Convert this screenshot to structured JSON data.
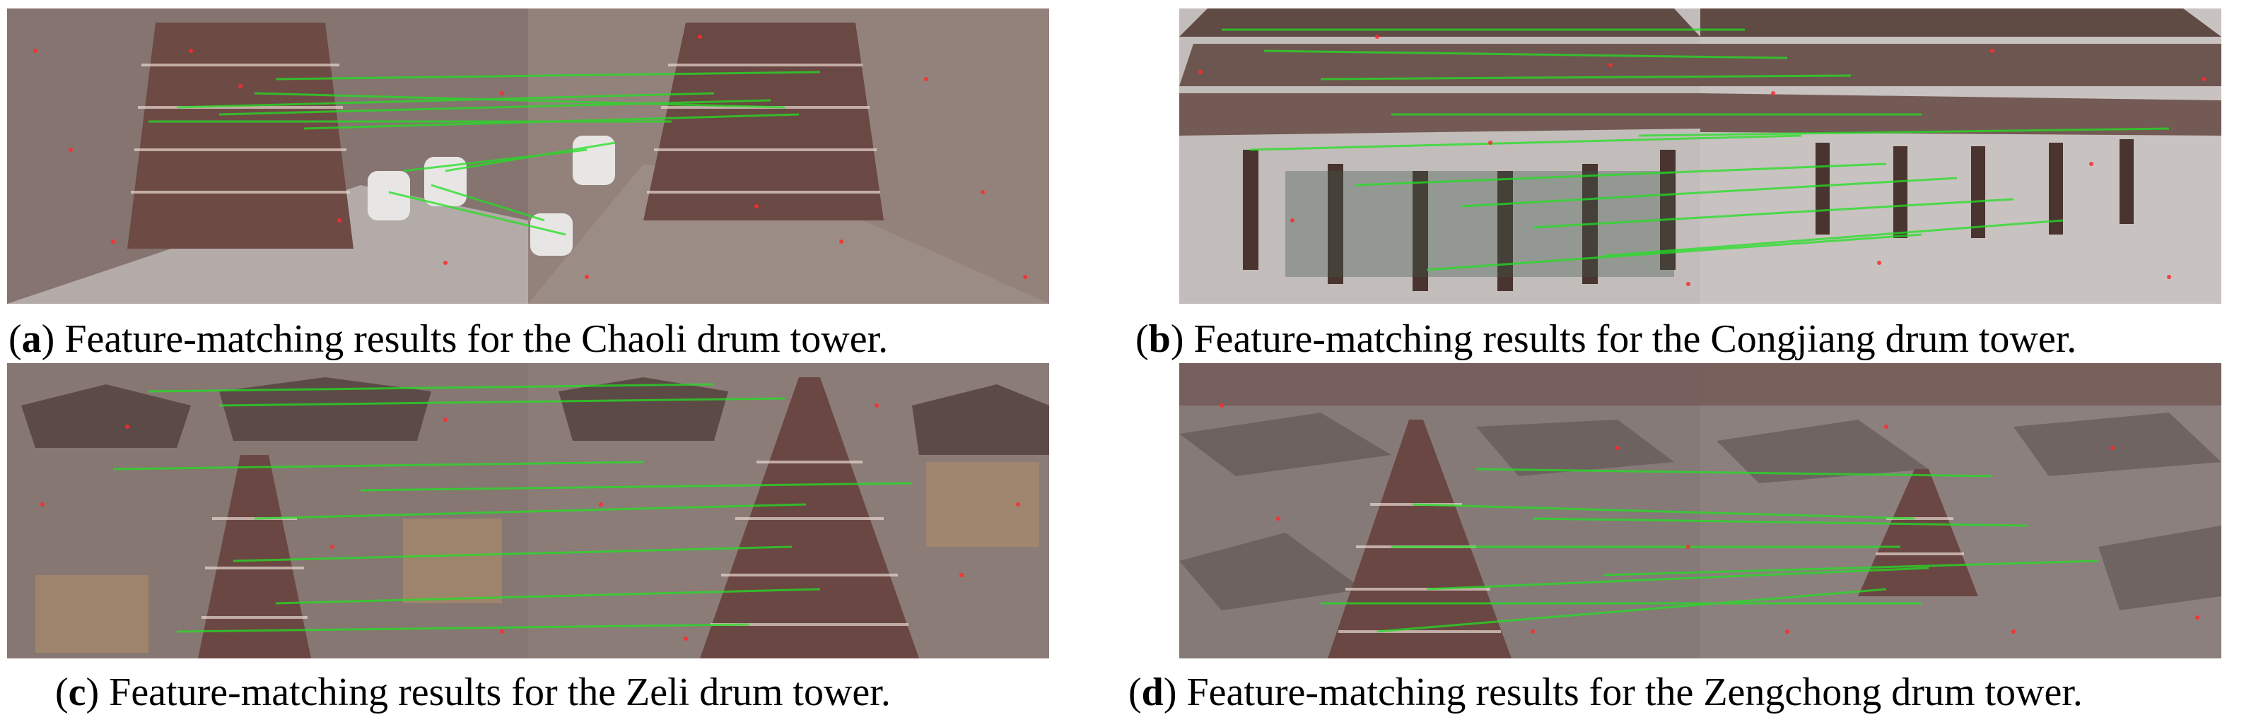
{
  "panels": [
    {
      "letter": "a",
      "caption": "Feature-matching results for the Chaoli drum tower."
    },
    {
      "letter": "b",
      "caption": "Feature-matching results for the Congjiang drum tower."
    },
    {
      "letter": "c",
      "caption": "Feature-matching results for the Zeli drum tower."
    },
    {
      "letter": "d",
      "caption": "Feature-matching results for the Zengchong drum tower."
    }
  ]
}
